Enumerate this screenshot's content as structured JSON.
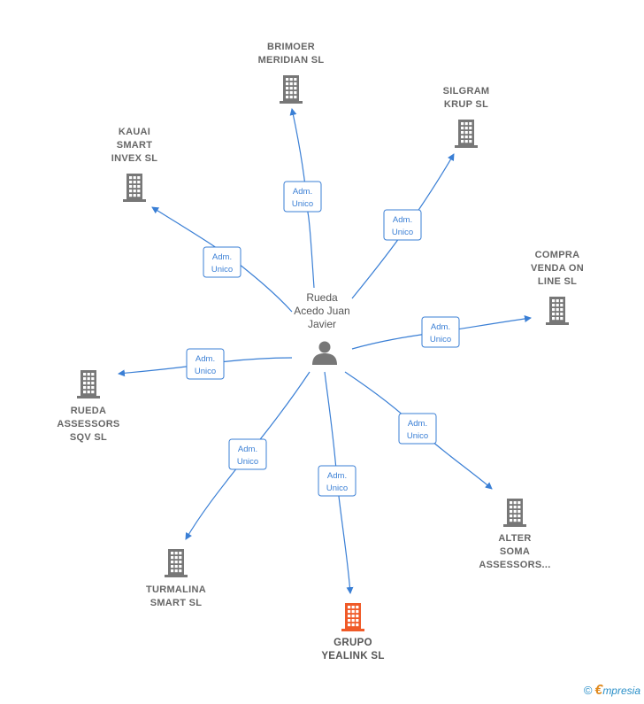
{
  "center": {
    "name_lines": [
      "Rueda",
      "Acedo Juan",
      "Javier"
    ],
    "icon": "person-icon"
  },
  "edge_label": [
    "Adm.",
    "Unico"
  ],
  "colors": {
    "edge": "#3a7fd5",
    "building": "#777777",
    "building_highlight": "#f05a28"
  },
  "companies": [
    {
      "id": "brimoer",
      "lines": [
        "BRIMOER",
        "MERIDIAN  SL"
      ],
      "highlight": false,
      "icon": "building-icon"
    },
    {
      "id": "silgram",
      "lines": [
        "SILGRAM",
        "KRUP  SL"
      ],
      "highlight": false,
      "icon": "building-icon"
    },
    {
      "id": "kauai",
      "lines": [
        "KAUAI",
        "SMART",
        "INVEX  SL"
      ],
      "highlight": false,
      "icon": "building-icon"
    },
    {
      "id": "compra",
      "lines": [
        "COMPRA",
        "VENDA ON",
        "LINE  SL"
      ],
      "highlight": false,
      "icon": "building-icon"
    },
    {
      "id": "rueda",
      "lines": [
        "RUEDA",
        "ASSESSORS",
        "SQV SL"
      ],
      "highlight": false,
      "icon": "building-icon"
    },
    {
      "id": "alter",
      "lines": [
        "ALTER",
        "SOMA",
        "ASSESSORS..."
      ],
      "highlight": false,
      "icon": "building-icon"
    },
    {
      "id": "turmalina",
      "lines": [
        "TURMALINA",
        "SMART  SL"
      ],
      "highlight": false,
      "icon": "building-icon"
    },
    {
      "id": "grupo",
      "lines": [
        "GRUPO",
        "YEALINK  SL"
      ],
      "highlight": true,
      "icon": "building-icon"
    }
  ],
  "brand": {
    "copyright": "©",
    "initial": "€",
    "rest": "mpresia"
  }
}
